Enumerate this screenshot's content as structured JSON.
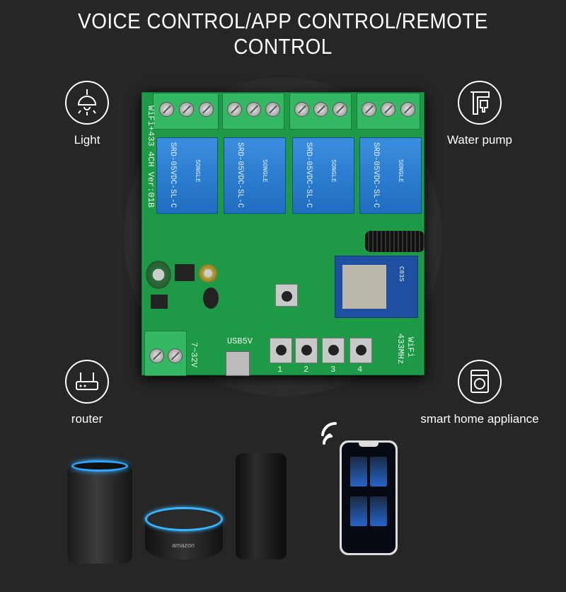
{
  "title": "VOICE CONTROL/APP CONTROL/REMOTE CONTROL",
  "features": [
    {
      "label": "Light",
      "icon": "light-bulb-icon"
    },
    {
      "label": "Water pump",
      "icon": "water-pump-icon"
    },
    {
      "label": "router",
      "icon": "router-icon"
    },
    {
      "label": "smart home appliance",
      "icon": "washing-machine-icon"
    }
  ],
  "board": {
    "side_text": "WiFi+433  4CH   Ver:01B",
    "relay_text": "SRD-05VDC-SL-C",
    "relay_brand": "SONGLE",
    "power_label": "7~32V",
    "usb_label": "USB5V",
    "radio_label_1": "WiFi",
    "radio_label_2": "433MHz",
    "module_label": "C83S",
    "buttons": [
      "1",
      "2",
      "3",
      "4"
    ]
  },
  "devices": {
    "echo_dot_brand": "amazon"
  }
}
